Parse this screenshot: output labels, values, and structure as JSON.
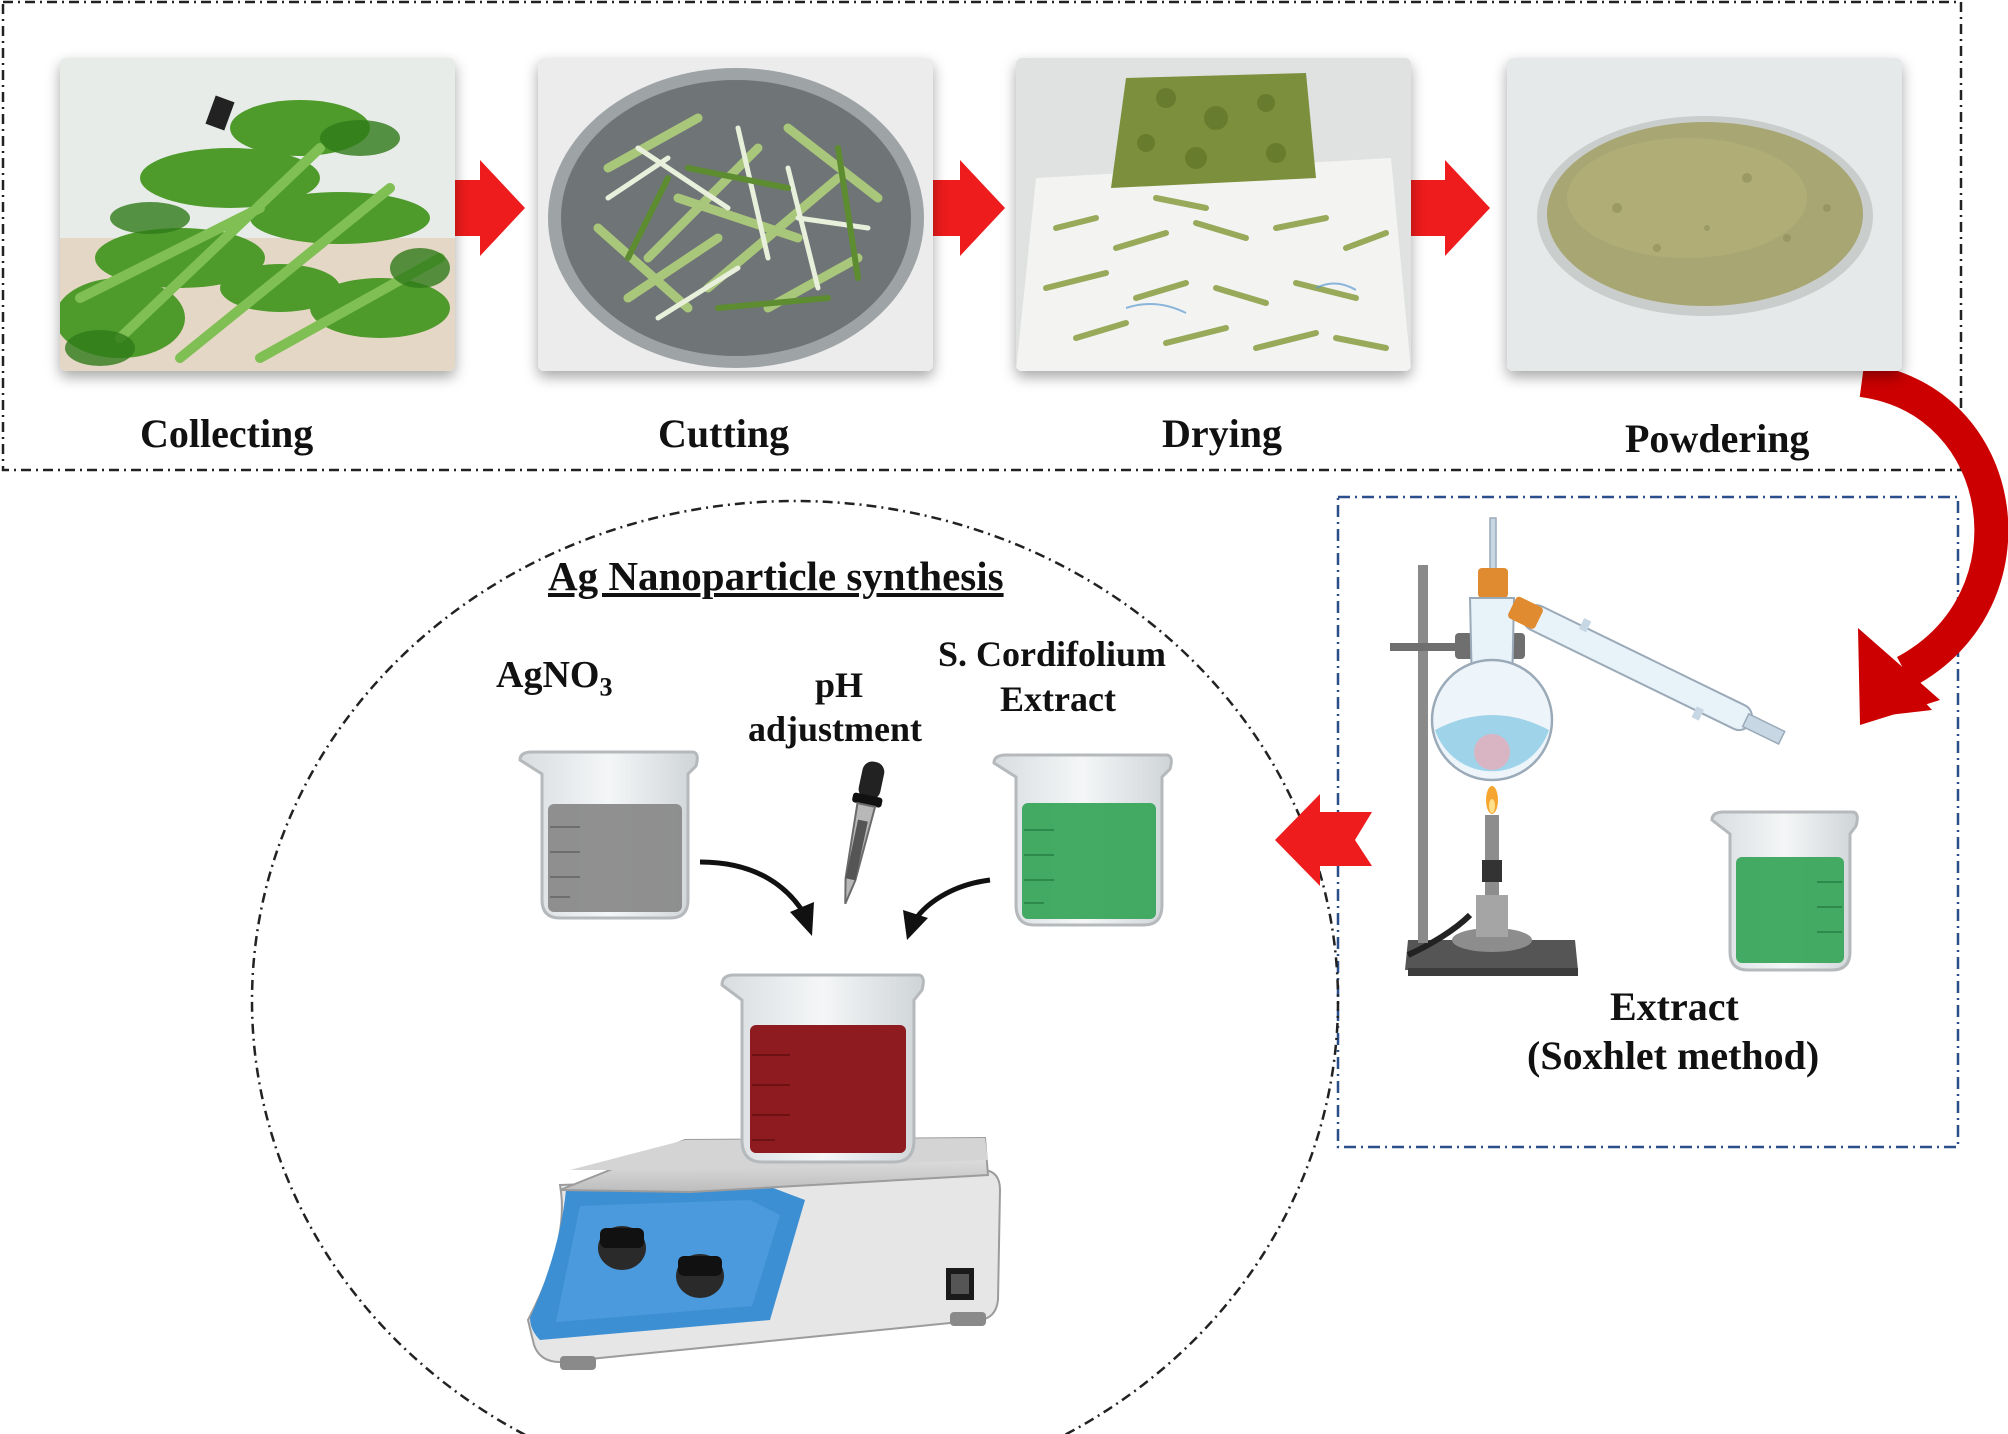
{
  "steps": [
    {
      "label": "Collecting"
    },
    {
      "label": "Cutting"
    },
    {
      "label": "Drying"
    },
    {
      "label": "Powdering"
    }
  ],
  "synthesis": {
    "title": "Ag Nanoparticle synthesis",
    "agno3": {
      "main": "AgNO",
      "sub": "3"
    },
    "ph_line1": "pH",
    "ph_line2": "adjustment",
    "extract_line1": "S. Cordifolium",
    "extract_line2": "Extract"
  },
  "soxhlet": {
    "line1": "Extract",
    "line2": "(Soxhlet method)"
  },
  "colors": {
    "arrow_red": "#ee1c1c",
    "curve_red": "#cc0000",
    "liquid_gray": "#8a8a8a",
    "liquid_green": "#3aa75c",
    "liquid_red": "#8e1b1f",
    "stirrer_blue": "#3d8fd4",
    "top_box_border": "#222222",
    "right_box_border": "#2b4f8a"
  },
  "icons": [
    "red-arrow-icon",
    "curved-arrow-icon",
    "black-curved-arrow-icon",
    "beaker-icon",
    "dropper-icon",
    "soxhlet-apparatus-icon",
    "burner-icon",
    "hot-plate-stirrer-icon"
  ]
}
